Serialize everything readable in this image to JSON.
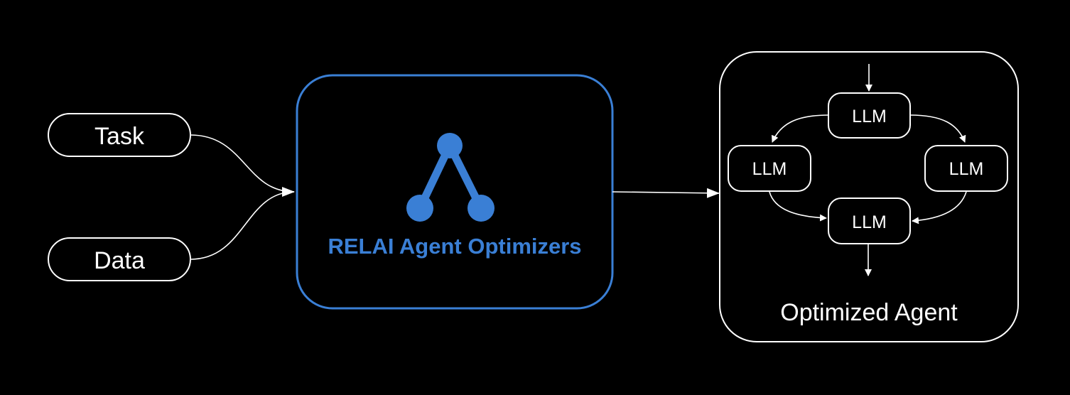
{
  "inputs": {
    "task_label": "Task",
    "data_label": "Data"
  },
  "optimizer": {
    "label": "RELAI Agent Optimizers",
    "logo_icon": "relai-logo-icon"
  },
  "agent": {
    "label": "Optimized Agent",
    "nodes": [
      {
        "label": "LLM"
      },
      {
        "label": "LLM"
      },
      {
        "label": "LLM"
      },
      {
        "label": "LLM"
      }
    ]
  },
  "colors": {
    "background": "#000000",
    "line": "#ffffff",
    "accent": "#3a7fd5"
  }
}
